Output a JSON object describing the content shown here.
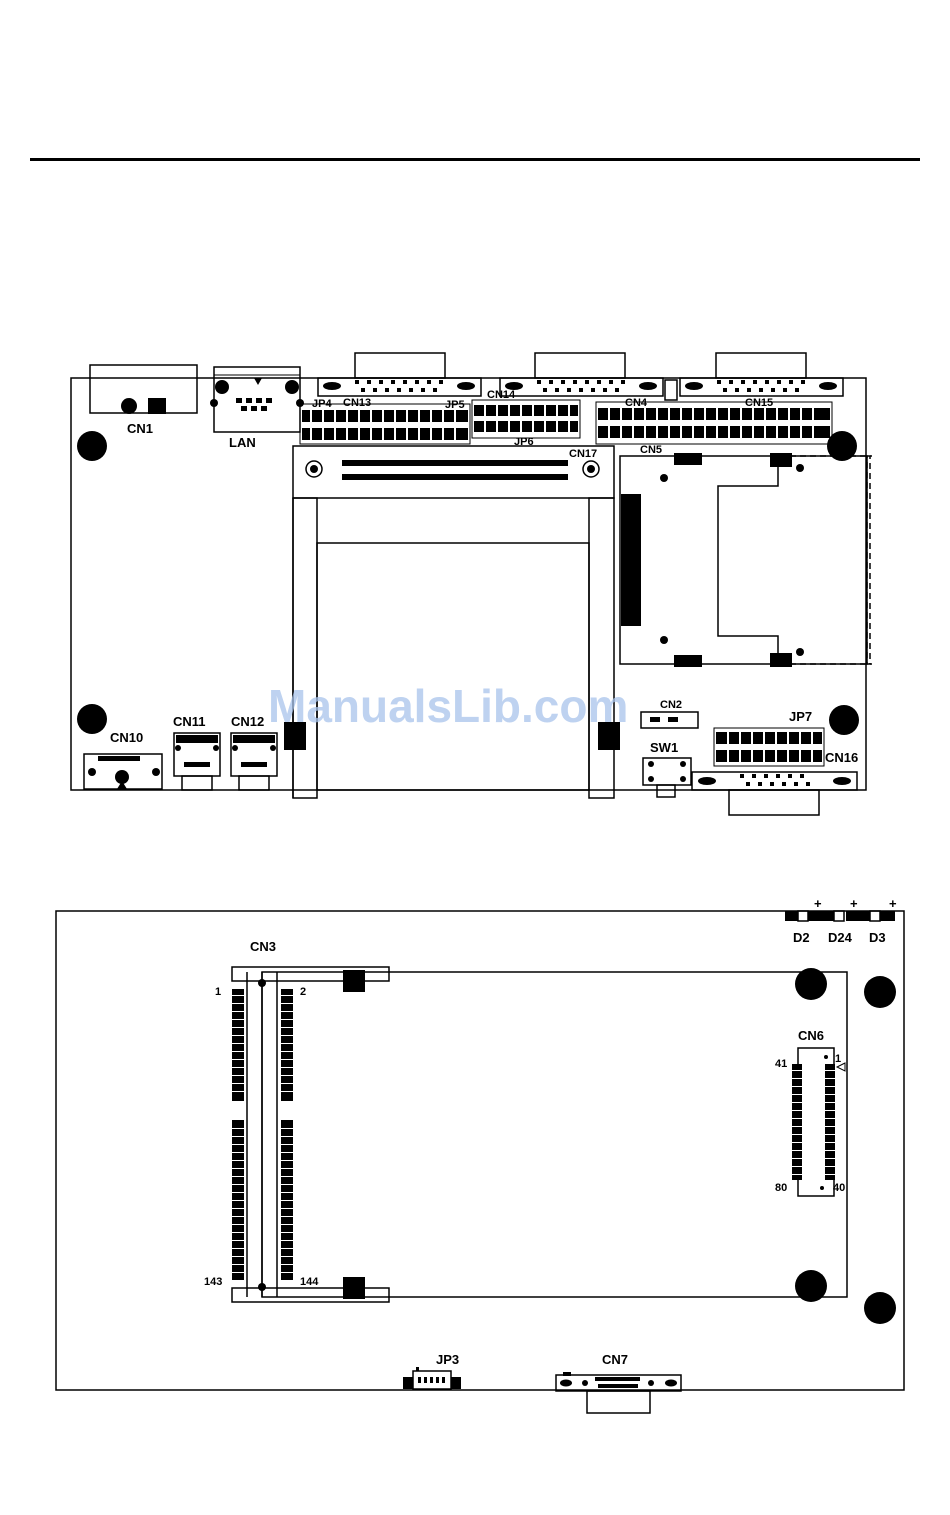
{
  "watermark": "ManualsLib.com",
  "top_board": {
    "labels": {
      "cn1": "CN1",
      "lan": "LAN",
      "jp4": "JP4",
      "cn13": "CN13",
      "jp5": "JP5",
      "cn14": "CN14",
      "cn4": "CN4",
      "cn15": "CN15",
      "jp6": "JP6",
      "cn17": "CN17",
      "cn5": "CN5",
      "cn10": "CN10",
      "cn11": "CN11",
      "cn12": "CN12",
      "cn2": "CN2",
      "sw1": "SW1",
      "jp7": "JP7",
      "cn16": "CN16"
    }
  },
  "bottom_board": {
    "labels": {
      "cn3": "CN3",
      "cn6": "CN6",
      "jp3": "JP3",
      "cn7": "CN7",
      "d2": "D2",
      "d24": "D24",
      "d3": "D3"
    },
    "pins": {
      "cn3_p1": "1",
      "cn3_p2": "2",
      "cn3_p143": "143",
      "cn3_p144": "144",
      "cn6_p41": "41",
      "cn6_p1": "1",
      "cn6_p80": "80",
      "cn6_p40": "40"
    },
    "led_polarity": "+"
  }
}
